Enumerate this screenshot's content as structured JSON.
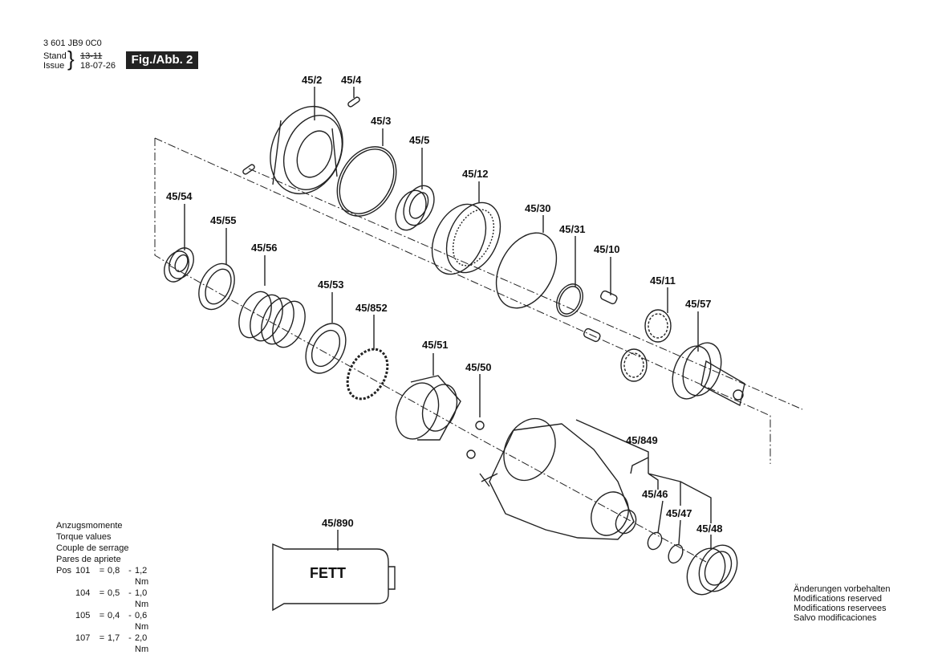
{
  "header": {
    "part_number": "3 601 JB9 0C0",
    "stand_label": "Stand",
    "issue_label": "Issue",
    "old_date": "13-11",
    "new_date": "18-07-26",
    "figure_label": "Fig./Abb. 2"
  },
  "parts": {
    "p45_2": "45/2",
    "p45_4": "45/4",
    "p45_3": "45/3",
    "p45_5": "45/5",
    "p45_12": "45/12",
    "p45_54": "45/54",
    "p45_55": "45/55",
    "p45_56": "45/56",
    "p45_30": "45/30",
    "p45_31": "45/31",
    "p45_10": "45/10",
    "p45_11": "45/11",
    "p45_57": "45/57",
    "p45_53": "45/53",
    "p45_852": "45/852",
    "p45_51": "45/51",
    "p45_50": "45/50",
    "p45_849": "45/849",
    "p45_46": "45/46",
    "p45_47": "45/47",
    "p45_48": "45/48",
    "p45_890": "45/890"
  },
  "grease_label": "FETT",
  "torque": {
    "title_de": "Anzugsmomente",
    "title_en": "Torque values",
    "title_fr": "Couple de serrage",
    "title_es": "Pares de apriete",
    "pos_label": "Pos",
    "rows": [
      {
        "pos": "101",
        "eq": "=",
        "min": "0,8",
        "dash": "-",
        "max": "1,2 Nm"
      },
      {
        "pos": "104",
        "eq": "=",
        "min": "0,5",
        "dash": "-",
        "max": "1,0 Nm"
      },
      {
        "pos": "105",
        "eq": "=",
        "min": "0,4",
        "dash": "-",
        "max": "0,6 Nm"
      },
      {
        "pos": "107",
        "eq": "=",
        "min": "1,7",
        "dash": "-",
        "max": "2,0 Nm"
      }
    ]
  },
  "notes": {
    "de": "Änderungen vorbehalten",
    "en": "Modifications reserved",
    "fr": "Modifications reservees",
    "es": "Salvo modificaciones"
  }
}
